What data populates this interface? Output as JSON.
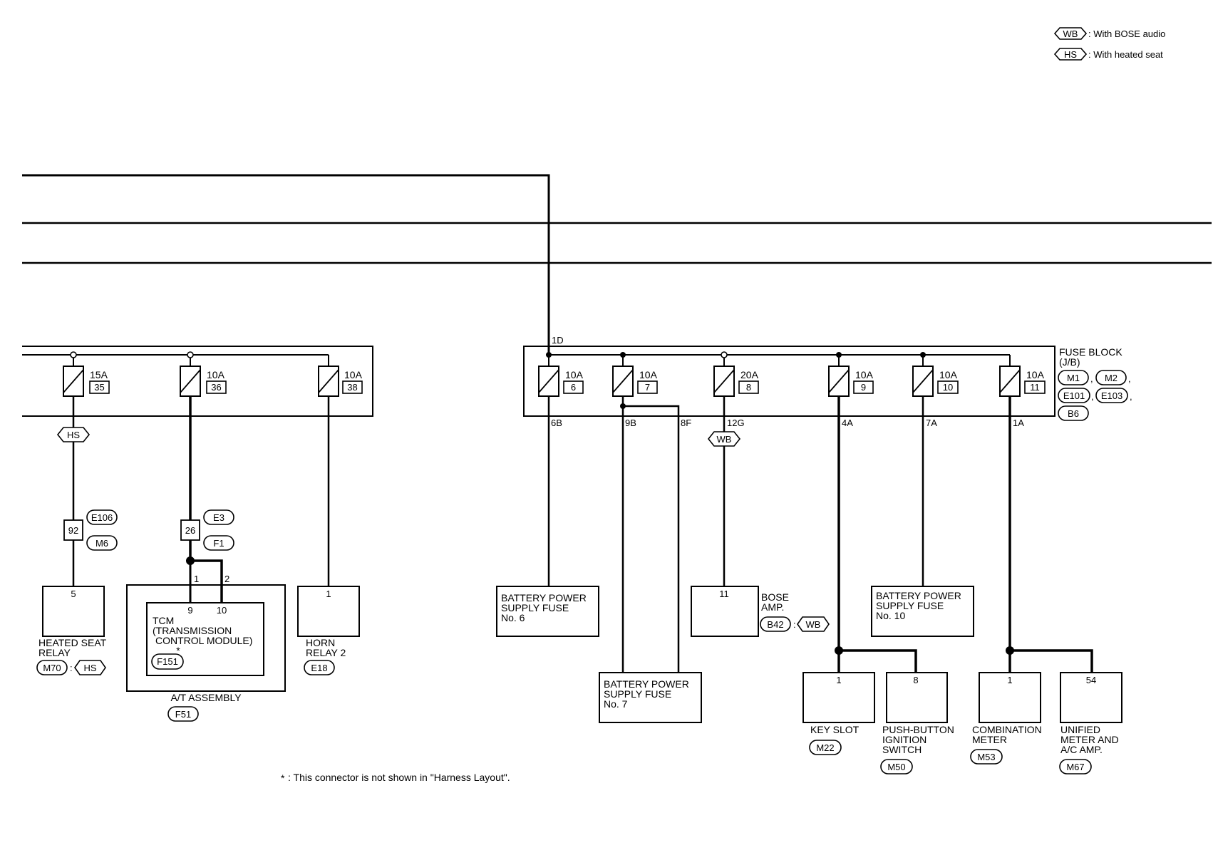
{
  "legend": {
    "items": [
      {
        "code": "WB",
        "text": ": With BOSE audio"
      },
      {
        "code": "HS",
        "text": ": With heated seat"
      }
    ]
  },
  "left_fuses": [
    {
      "rating": "15A",
      "number": "35"
    },
    {
      "rating": "10A",
      "number": "36"
    },
    {
      "rating": "10A",
      "number": "38"
    }
  ],
  "right_fuses": [
    {
      "rating": "10A",
      "number": "6"
    },
    {
      "rating": "10A",
      "number": "7"
    },
    {
      "rating": "20A",
      "number": "8"
    },
    {
      "rating": "10A",
      "number": "9"
    },
    {
      "rating": "10A",
      "number": "10"
    },
    {
      "rating": "10A",
      "number": "11"
    }
  ],
  "fuse_block": {
    "title": "FUSE BLOCK",
    "subtitle": "(J/B)",
    "connectors": [
      "M1",
      "M2",
      "E101",
      "E103",
      "B6"
    ],
    "input_terminal": "1D"
  },
  "terminals": {
    "fuse6": "6B",
    "fuse7a": "9B",
    "fuse7b": "8F",
    "fuse8": "12G",
    "fuse9": "4A",
    "fuse10": "7A",
    "fuse11": "1A"
  },
  "options": {
    "hs": "HS",
    "wb": "WB"
  },
  "joint_connectors": {
    "hs_pin": "92",
    "hs_conn": [
      "E106",
      "M6"
    ],
    "tcm_pin": "26",
    "tcm_conn": [
      "E3",
      "F1"
    ]
  },
  "components": {
    "heated_seat_relay": {
      "pin": "5",
      "line1": "HEATED SEAT",
      "line2": "RELAY",
      "conn": "M70",
      "opt": "HS"
    },
    "at_assembly": {
      "label": "A/T ASSEMBLY",
      "conn": "F51",
      "pins": [
        "1",
        "2"
      ]
    },
    "tcm": {
      "line1": "TCM",
      "line2": "(TRANSMISSION",
      "line3": "CONTROL MODULE)",
      "conn": "F151",
      "pins": [
        "9",
        "10"
      ],
      "mark": "*"
    },
    "horn_relay": {
      "pin": "1",
      "line1": "HORN",
      "line2": "RELAY 2",
      "conn": "E18"
    },
    "bps6": {
      "line1": "BATTERY POWER",
      "line2": "SUPPLY FUSE",
      "line3": "No. 6"
    },
    "bps7": {
      "line1": "BATTERY POWER",
      "line2": "SUPPLY FUSE",
      "line3": "No. 7"
    },
    "bose_amp": {
      "pin": "11",
      "line1": "BOSE",
      "line2": "AMP.",
      "conn": "B42",
      "opt": "WB"
    },
    "bps10": {
      "line1": "BATTERY POWER",
      "line2": "SUPPLY FUSE",
      "line3": "No. 10"
    },
    "key_slot": {
      "pin": "1",
      "line1": "KEY SLOT",
      "conn": "M22"
    },
    "push_button": {
      "pin": "8",
      "line1": "PUSH-BUTTON",
      "line2": "IGNITION",
      "line3": "SWITCH",
      "conn": "M50"
    },
    "combination_meter": {
      "pin": "1",
      "line1": "COMBINATION",
      "line2": "METER",
      "conn": "M53"
    },
    "unified_meter": {
      "pin": "54",
      "line1": "UNIFIED",
      "line2": "METER AND",
      "line3": "A/C AMP.",
      "conn": "M67"
    }
  },
  "footnote": {
    "mark": "*",
    "text": ": This connector is not shown in \"Harness Layout\"."
  }
}
